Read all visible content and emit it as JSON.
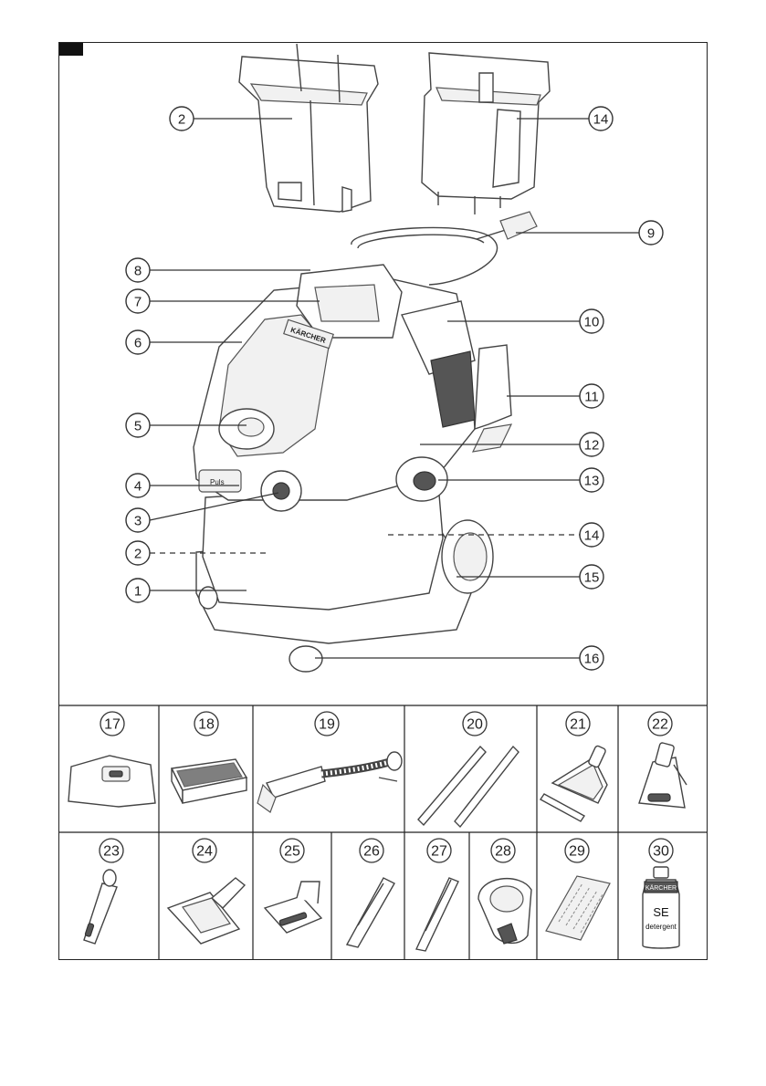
{
  "figure": {
    "main_callouts": [
      {
        "id": "c-2-top",
        "number": "2"
      },
      {
        "id": "c-14-top",
        "number": "14"
      },
      {
        "id": "c-9",
        "number": "9"
      },
      {
        "id": "c-8",
        "number": "8"
      },
      {
        "id": "c-7",
        "number": "7"
      },
      {
        "id": "c-10",
        "number": "10"
      },
      {
        "id": "c-6",
        "number": "6"
      },
      {
        "id": "c-11",
        "number": "11"
      },
      {
        "id": "c-5",
        "number": "5"
      },
      {
        "id": "c-12",
        "number": "12"
      },
      {
        "id": "c-4",
        "number": "4"
      },
      {
        "id": "c-13",
        "number": "13"
      },
      {
        "id": "c-3",
        "number": "3"
      },
      {
        "id": "c-14-bottom",
        "number": "14"
      },
      {
        "id": "c-2-bottom",
        "number": "2"
      },
      {
        "id": "c-15",
        "number": "15"
      },
      {
        "id": "c-1",
        "number": "1"
      },
      {
        "id": "c-16",
        "number": "16"
      }
    ],
    "accessory_row_1": [
      "17",
      "18",
      "19",
      "20",
      "21",
      "22"
    ],
    "accessory_row_2": [
      "23",
      "24",
      "25",
      "26",
      "27",
      "28",
      "29",
      "30"
    ],
    "brand_text": "KÄRCHER",
    "bottle_label_main": "SE",
    "bottle_label_sub": "detergent",
    "panel_label": "Puls"
  }
}
